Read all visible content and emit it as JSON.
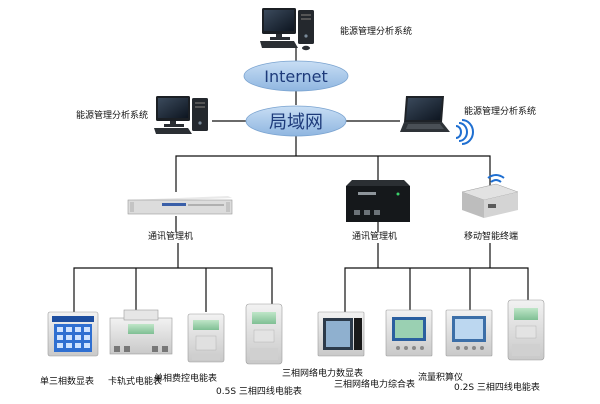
{
  "diagram": {
    "top_system": {
      "label": "能源管理分析系统",
      "icon": "desktop-computer-icon"
    },
    "internet": {
      "label": "Internet",
      "color": "#9fc3e8"
    },
    "lan": {
      "label": "局域网",
      "color": "#9fc3e8"
    },
    "left_system": {
      "label": "能源管理分析系统",
      "icon": "desktop-computer-icon"
    },
    "right_system": {
      "label": "能源管理分析系统",
      "icon": "laptop-icon"
    },
    "gateways": [
      {
        "label": "通讯管理机",
        "icon": "rack-switch-icon"
      },
      {
        "label": "通讯管理机",
        "icon": "communication-box-icon"
      },
      {
        "label": "移动智能终端",
        "icon": "wireless-terminal-icon"
      }
    ],
    "meters": [
      {
        "label": "单三相数显表",
        "icon": "digital-meter-icon"
      },
      {
        "label": "卡轨式电能表",
        "icon": "din-rail-meter-icon"
      },
      {
        "label": "单相费控电能表",
        "icon": "single-phase-meter-icon"
      },
      {
        "label": "0.5S 三相四线电能表",
        "icon": "three-phase-meter-icon"
      },
      {
        "label": "三相网络电力数显表",
        "icon": "network-display-meter-icon"
      },
      {
        "label": "三相网络电力综合表",
        "icon": "comprehensive-meter-icon"
      },
      {
        "label": "流量积算仪",
        "icon": "flow-totalizer-icon"
      },
      {
        "label": "0.2S 三相四线电能表",
        "icon": "three-phase-meter-icon"
      }
    ]
  }
}
